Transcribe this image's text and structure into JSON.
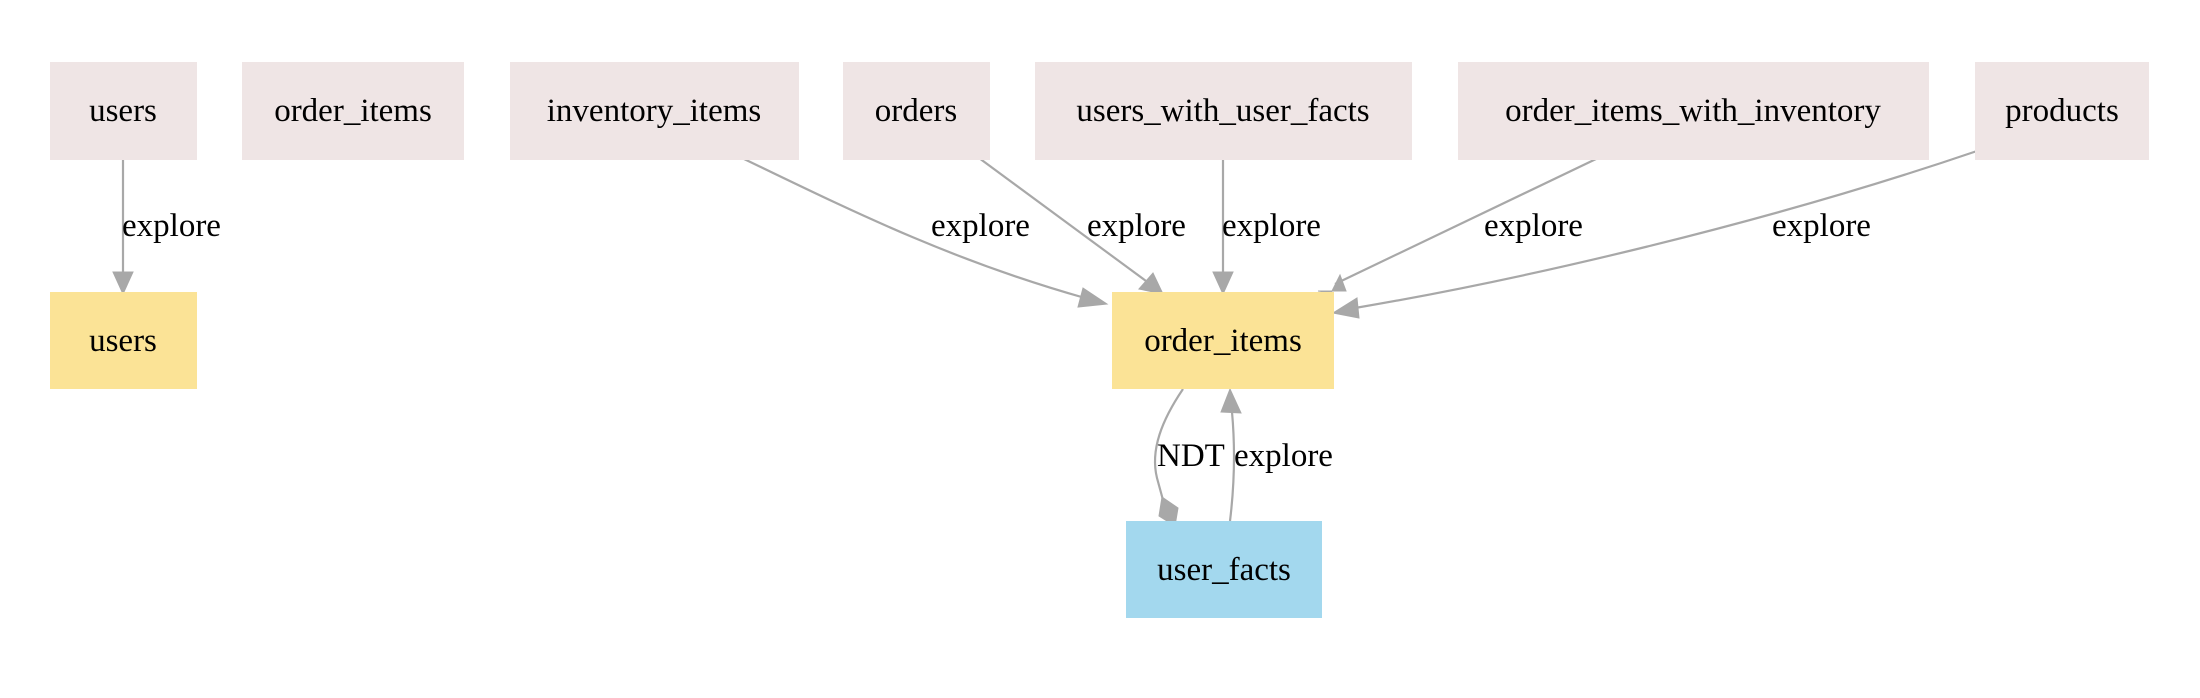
{
  "colors": {
    "explore_node": "#efe5e5",
    "view_node": "#fbe396",
    "derived_node": "#a3d8ee",
    "edge": "#a8a8a8"
  },
  "nodes": {
    "top_users": {
      "label": "users",
      "kind": "explore"
    },
    "top_order_items": {
      "label": "order_items",
      "kind": "explore"
    },
    "inventory_items": {
      "label": "inventory_items",
      "kind": "explore"
    },
    "orders": {
      "label": "orders",
      "kind": "explore"
    },
    "users_with_user_facts": {
      "label": "users_with_user_facts",
      "kind": "explore"
    },
    "order_items_with_inventory": {
      "label": "order_items_with_inventory",
      "kind": "explore"
    },
    "products": {
      "label": "products",
      "kind": "explore"
    },
    "users_view": {
      "label": "users",
      "kind": "view"
    },
    "order_items_view": {
      "label": "order_items",
      "kind": "view"
    },
    "user_facts": {
      "label": "user_facts",
      "kind": "derived"
    }
  },
  "edges": {
    "users_explore": {
      "label": "explore"
    },
    "inventory_items_explore": {
      "label": "explore"
    },
    "orders_explore": {
      "label": "explore"
    },
    "users_with_user_facts_explore": {
      "label": "explore"
    },
    "order_items_with_inventory_explore": {
      "label": "explore"
    },
    "products_explore": {
      "label": "explore"
    },
    "ndt": {
      "label": "NDT"
    },
    "user_facts_explore": {
      "label": "explore"
    }
  }
}
